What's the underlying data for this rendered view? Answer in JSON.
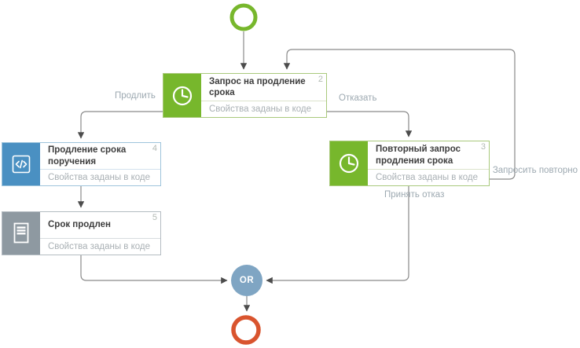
{
  "nodes": [
    {
      "number": "2",
      "title": "Запрос на продление срока",
      "subtitle": "Свойства заданы в коде",
      "icon": "clock-icon",
      "accent": "#77b72c"
    },
    {
      "number": "4",
      "title": "Продление срока поручения",
      "subtitle": "Свойства заданы в коде",
      "icon": "code-icon",
      "accent": "#4a90c2"
    },
    {
      "number": "5",
      "title": "Срок продлен",
      "subtitle": "Свойства заданы в коде",
      "icon": "document-icon",
      "accent": "#8e99a1"
    },
    {
      "number": "3",
      "title": "Повторный запрос продления срока",
      "subtitle": "Свойства заданы в коде",
      "icon": "clock-icon",
      "accent": "#77b72c"
    }
  ],
  "edge_labels": {
    "prolong": "Продлить",
    "refuse": "Отказать",
    "request_again": "Запросить повторно",
    "accept_refusal": "Принять отказ"
  },
  "gateway": {
    "label": "OR",
    "color": "#7fa5c3"
  },
  "start_node": {
    "color": "#77b72c"
  },
  "end_node": {
    "color": "#d9542e"
  },
  "edge_color": "#8a8a8a",
  "arrow_color": "#4c4c4c"
}
